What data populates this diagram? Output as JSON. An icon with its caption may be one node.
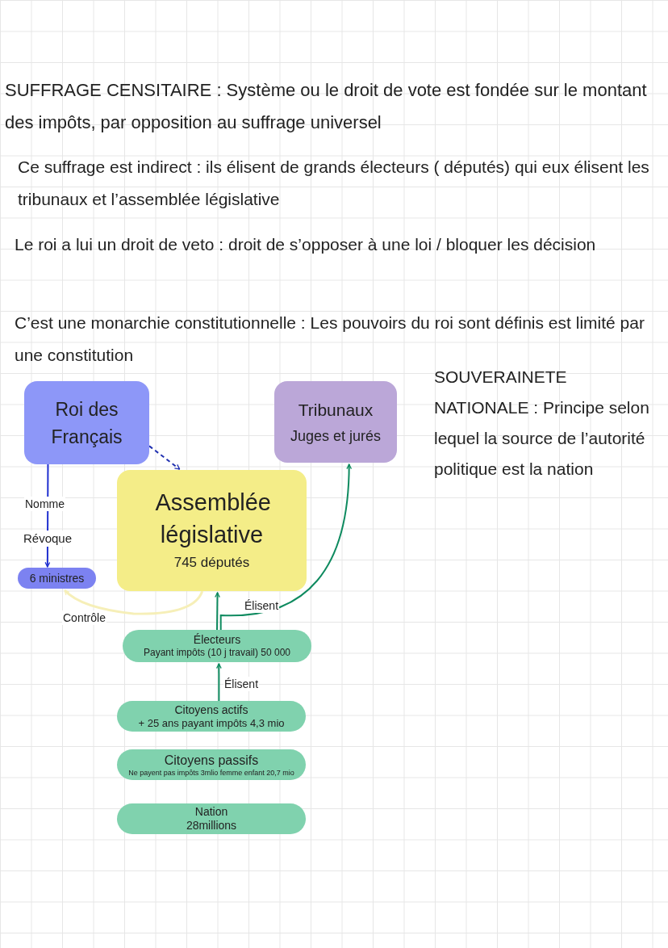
{
  "diagram": {
    "nodes": [
      {
        "text": [
          "Roi des Français"
        ]
      },
      {
        "text": [
          "Tribunaux",
          "Juges et jurés"
        ]
      },
      {
        "text": [
          "Assemblée législative",
          "745 députés"
        ]
      },
      {
        "text": [
          "6 ministres"
        ]
      },
      {
        "text": [
          "Électeurs",
          "Payant impôts (10 j travail) 50 000"
        ]
      },
      {
        "text": [
          "Citoyens actifs",
          "+ 25 ans payant impôts 4,3 mio"
        ]
      },
      {
        "text": [
          "Citoyens passifs",
          "Ne payent pas impôts 3mlio femme enfant 20,7 mio"
        ]
      },
      {
        "text": [
          "Nation",
          "28millions"
        ]
      }
    ],
    "edges": [
      {
        "from": 0,
        "to": 2,
        "arrow": "to",
        "style": "dashed",
        "color": "#1f2fb0"
      },
      {
        "from": 0,
        "to": 3,
        "arrow": "to",
        "label": "Nomme",
        "color": "#1f2fd0"
      },
      {
        "from": 4,
        "to": 2,
        "arrow": "to",
        "color": "#0e8a5f"
      },
      {
        "from": 4,
        "to": 1,
        "arrow": "to",
        "label": "Élisent",
        "color": "#0e8a5f"
      },
      {
        "from": 2,
        "to": 3,
        "arrow": "to",
        "label": "Contrôle",
        "color": "#f6efb8"
      },
      {
        "from": 5,
        "to": 4,
        "arrow": "to",
        "label": "Élisent",
        "color": "#0e8a5f"
      }
    ],
    "labels": [
      "SUFFRAGE CENSITAIRE : Système ou le droit de vote est fondée sur le montant des impôts, par opposition au suffrage universel",
      "Ce suffrage est indirect : ils élisent de grands électeurs ( députés) qui eux élisent les tribunaux et l’assemblée législative",
      "Le roi a lui un droit de veto : droit de s’opposer à une loi / bloquer les décision",
      "C’est une monarchie constitutionnelle : Les pouvoirs du roi sont définis est limité par une constitution",
      "SOUVERAINETE NATIONALE : Principe selon lequel la source de l’autorité politique est la nation",
      "Révoque"
    ]
  }
}
